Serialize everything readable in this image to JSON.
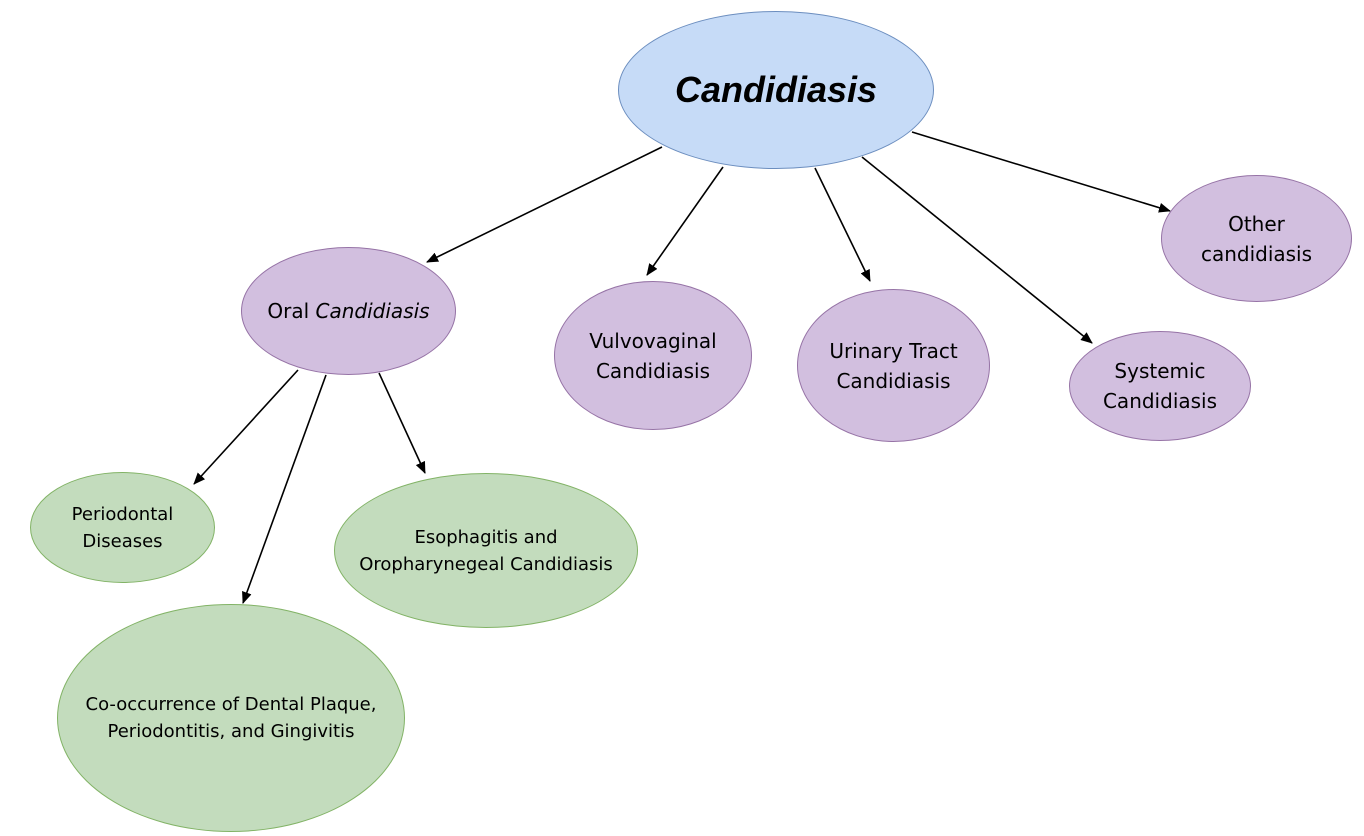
{
  "root": {
    "label": "Candidiasis"
  },
  "categories": {
    "oral": {
      "prefix": "Oral ",
      "italic": "Candidiasis"
    },
    "vulvovaginal": {
      "label": "Vulvovaginal\nCandidiasis"
    },
    "urinary": {
      "label": "Urinary Tract\nCandidiasis"
    },
    "systemic": {
      "label": "Systemic\nCandidiasis"
    },
    "other": {
      "label": "Other\ncandidiasis"
    }
  },
  "oral_subtypes": {
    "periodontal": {
      "label": "Periodontal\nDiseases"
    },
    "esophagitis": {
      "label": "Esophagitis and\nOropharynegeal Candidiasis"
    },
    "cooccurrence": {
      "label": "Co-occurrence of Dental Plaque,\nPeriodontitis, and Gingivitis"
    }
  },
  "colors": {
    "root_fill": "#c6dbf7",
    "category_fill": "#d2bfdf",
    "subtype_fill": "#c3dcbd",
    "edge": "#000000"
  }
}
